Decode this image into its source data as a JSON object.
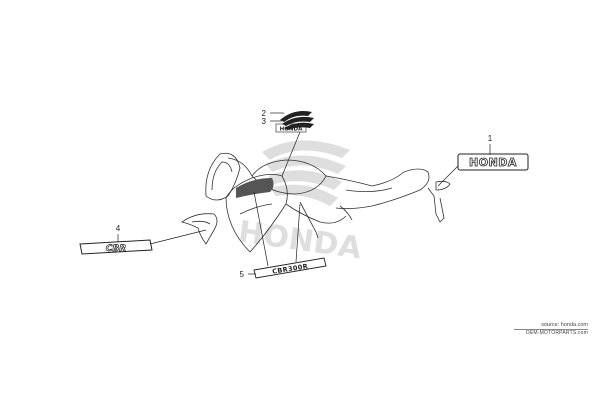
{
  "diagram": {
    "callouts": [
      "1",
      "2",
      "3",
      "4",
      "5"
    ],
    "watermark_brand": "HONDA",
    "decals": {
      "tank_logo_text": "HONDA",
      "tail_emblem_text": "HONDA",
      "side_cowl_emblem_text": "CBR",
      "side_stripe_text": "CBR300R"
    }
  },
  "footer": {
    "source": "source: honda.com",
    "site": "OEM-MOTORPARTS.com"
  }
}
